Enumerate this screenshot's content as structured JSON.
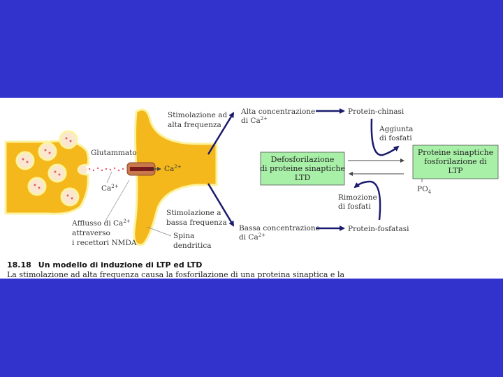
{
  "colors": {
    "background": "#3232cc",
    "cell": "#f5b81c",
    "membrane": "#fbf3a0",
    "arrow": "#1a1a6e",
    "box": "#a8f0a8"
  },
  "figure": {
    "glutamate": "Glutammato",
    "ca_base": "Ca",
    "ca_sup": "2+",
    "influx": [
      "Afflusso di Ca",
      "attraverso",
      "i recettori NMDA"
    ],
    "high_stim": [
      "Stimolazione ad",
      "alta frequenza"
    ],
    "low_stim": [
      "Stimolazione a",
      "bassa frequenza"
    ],
    "spine": [
      "Spina",
      "dendritica"
    ],
    "high_conc": [
      "Alta concentrazione",
      "di Ca"
    ],
    "low_conc": [
      "Bassa concentrazione",
      "di Ca"
    ],
    "kinase": "Protein-chinasi",
    "phosphatase": "Protein-fosfatasi",
    "add_phosphate": [
      "Aggiunta",
      "di fosfati"
    ],
    "remove_phosphate": [
      "Rimozione",
      "di fosfati"
    ],
    "ltd_box": [
      "Defosforilazione",
      "di proteine sinaptiche",
      "LTD"
    ],
    "ltp_box": [
      "Proteine sinaptiche",
      "fosforilazione di",
      "LTP"
    ],
    "po4_base": "PO",
    "po4_sub": "4"
  },
  "caption": {
    "number": "18.18",
    "title": "Un modello di induzione di LTP ed LTD",
    "text": "La stimolazione ad alta frequenza causa la fosforilazione di una proteina sinaptica e la"
  }
}
